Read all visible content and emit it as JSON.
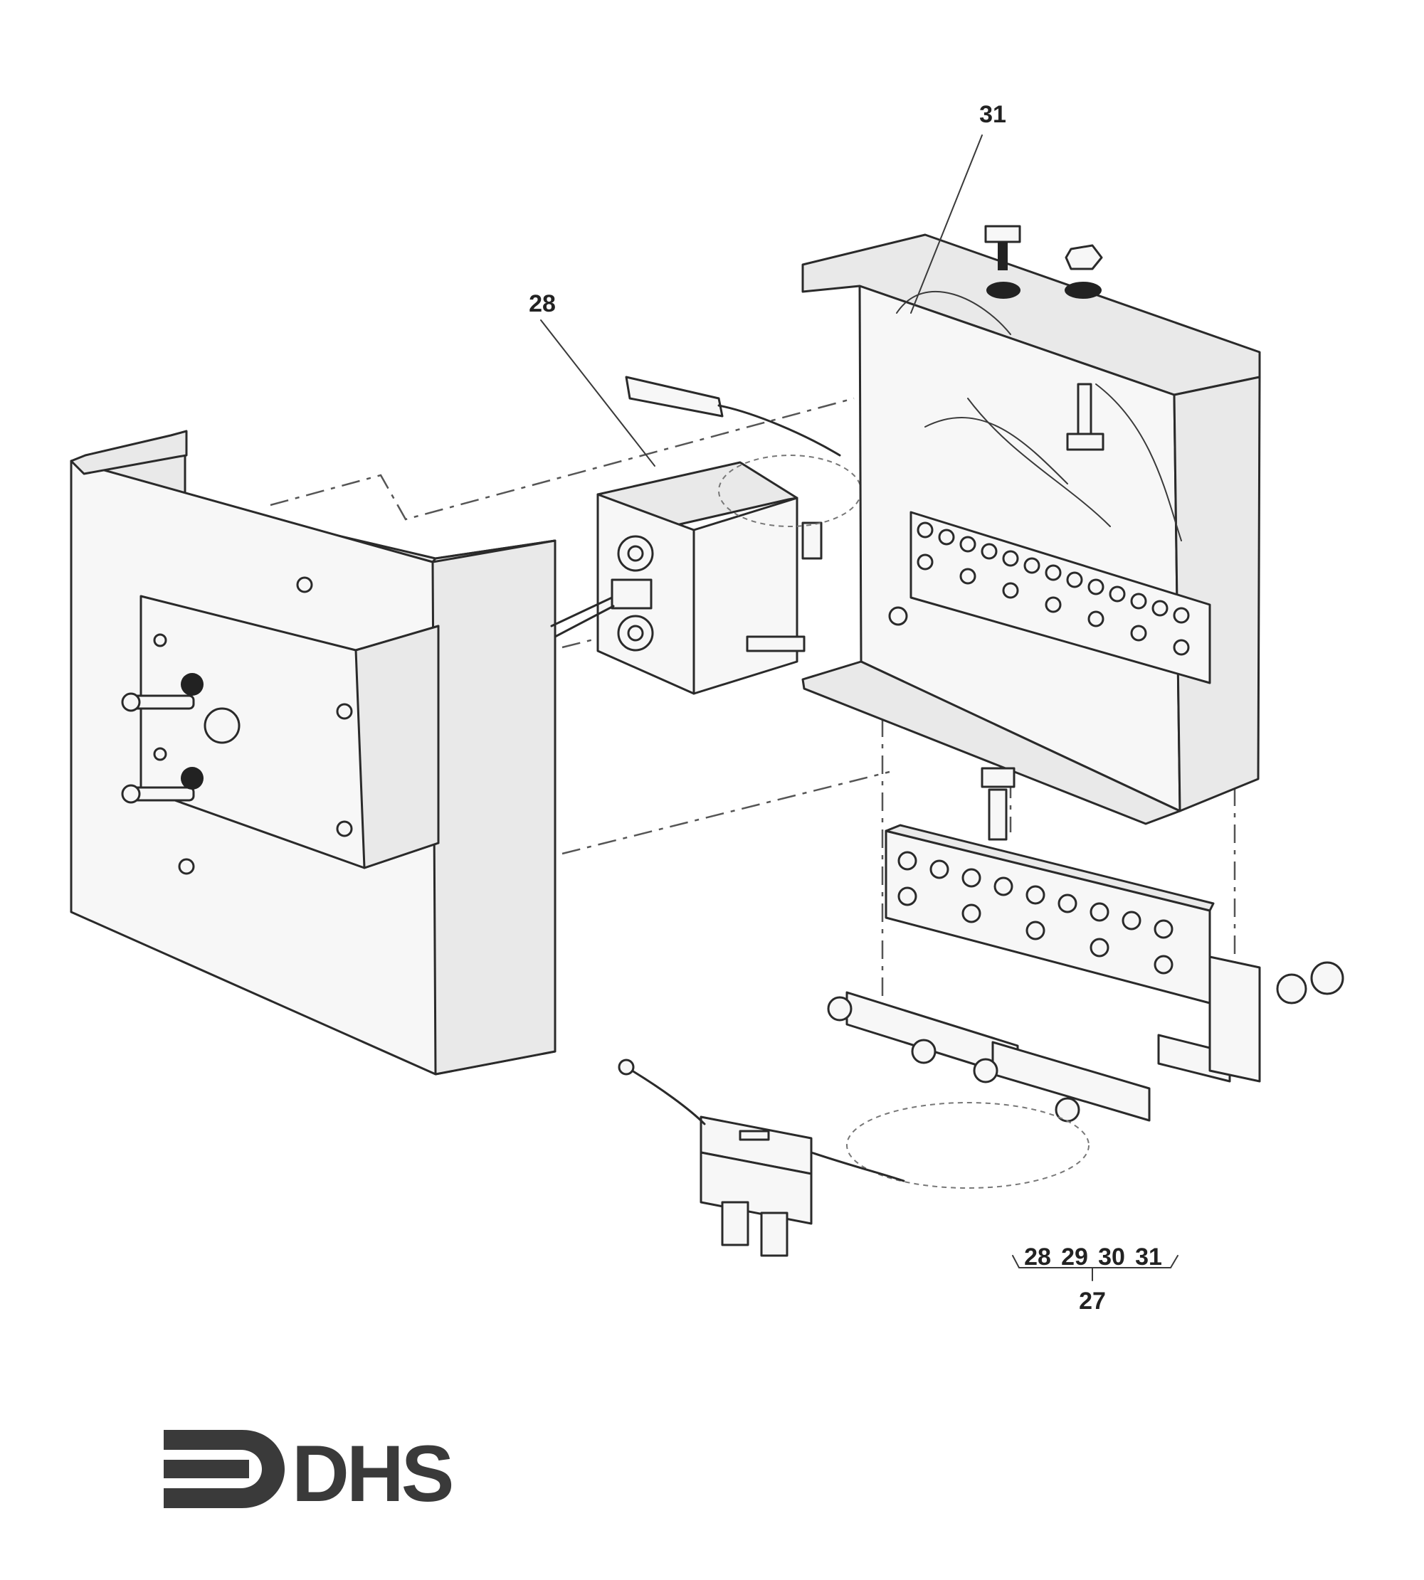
{
  "callouts": {
    "relay_box": "28",
    "junction_box_wiring": "31"
  },
  "assembly_note": {
    "parts": [
      "28",
      "29",
      "30",
      "31"
    ],
    "assembly": "27"
  },
  "logo": {
    "text": "DHS"
  }
}
